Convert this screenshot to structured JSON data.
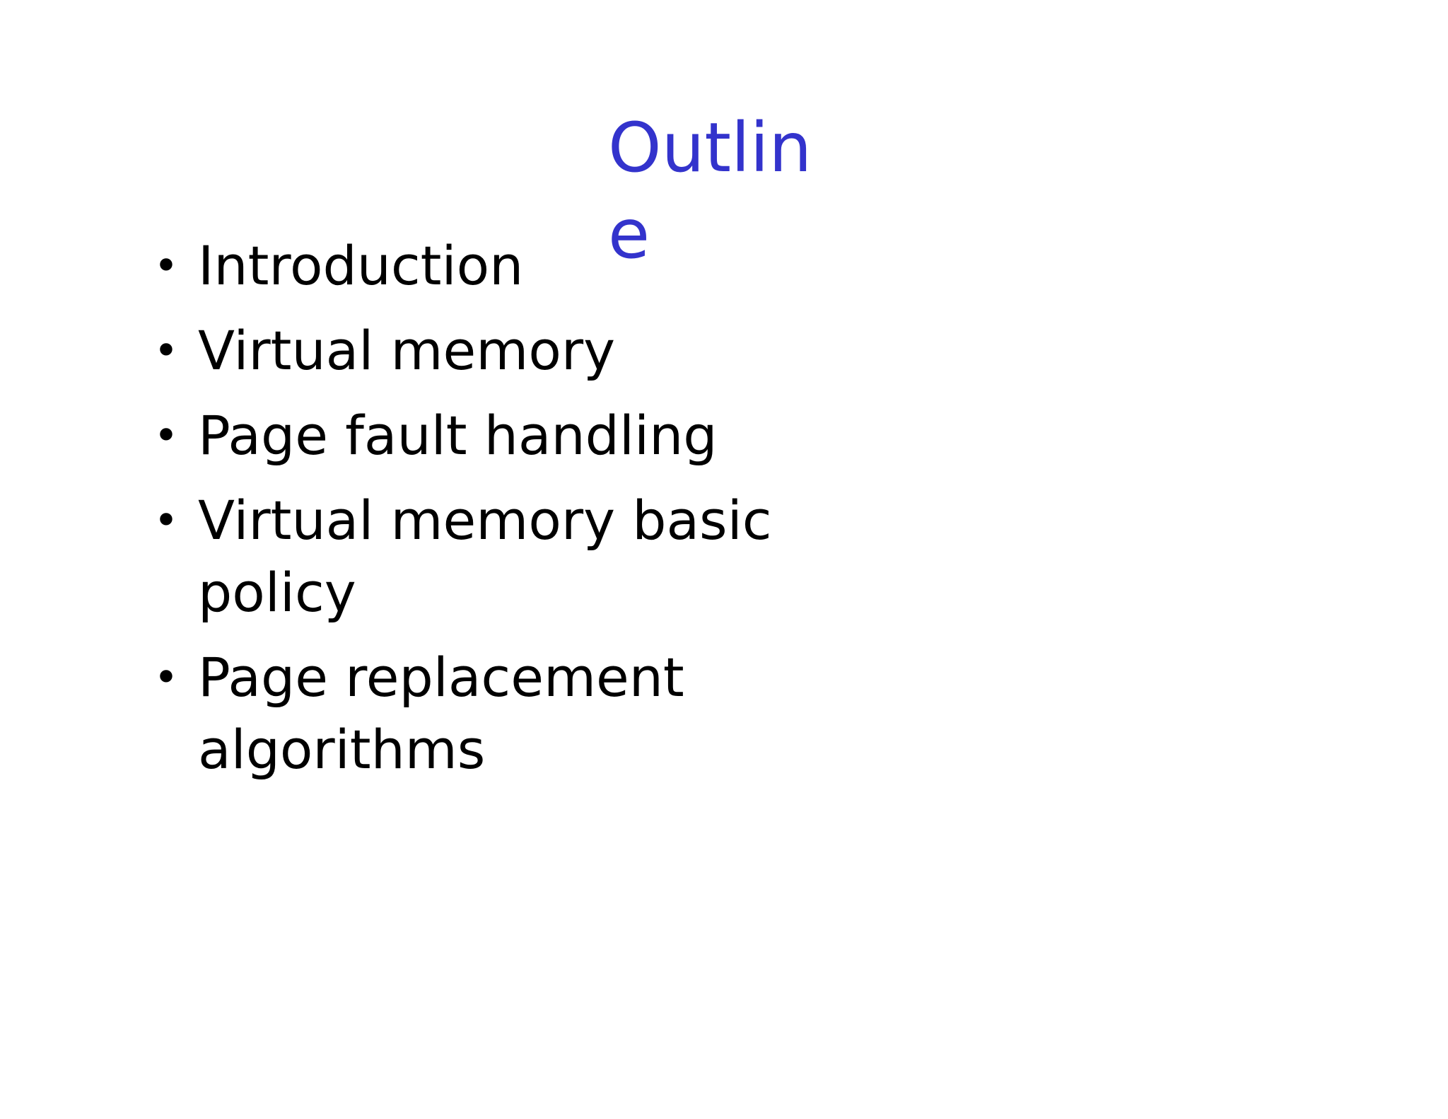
{
  "slide": {
    "title": "Outline",
    "bullet_symbol": "•",
    "items": [
      {
        "label": "Introduction"
      },
      {
        "label": "Virtual memory"
      },
      {
        "label": "Page fault handling"
      },
      {
        "label": "Virtual memory basic policy"
      },
      {
        "label": "Page replacement algorithms"
      }
    ]
  },
  "colors": {
    "title": "#3333cc",
    "text": "#000000",
    "background": "#ffffff"
  }
}
